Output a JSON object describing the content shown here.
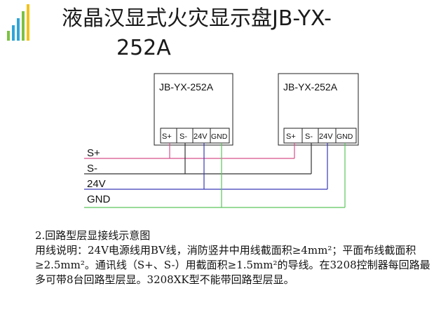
{
  "title": {
    "line1": "液晶汉显式火灾显示盘JB-YX-",
    "line2": "252A"
  },
  "colors": {
    "logo": [
      "#2fa4d8",
      "#7cc242",
      "#f3c21c"
    ],
    "s_plus": "#d6508c",
    "s_minus": "#333333",
    "v24": "#3a3ab8",
    "gnd": "#5cc45c"
  },
  "devices": [
    {
      "name": "JB-YX-252A",
      "terminals": [
        "S+",
        "S-",
        "24V",
        "GND"
      ]
    },
    {
      "name": "JB-YX-252A",
      "terminals": [
        "S+",
        "S-",
        "24V",
        "GND"
      ]
    }
  ],
  "buses": [
    "S+",
    "S-",
    "24V",
    "GND"
  ],
  "description": {
    "heading": "2.回路型层显接线示意图",
    "body": "用线说明：24V电源线用BV线，消防竖井中用线截面积≥4mm²；平面布线截面积≥2.5mm²。通讯线（S+、S-）用截面积≥1.5mm²的导线。在3208控制器每回路最多可带8台回路型层显。3208XK型不能带回路型层显。"
  }
}
